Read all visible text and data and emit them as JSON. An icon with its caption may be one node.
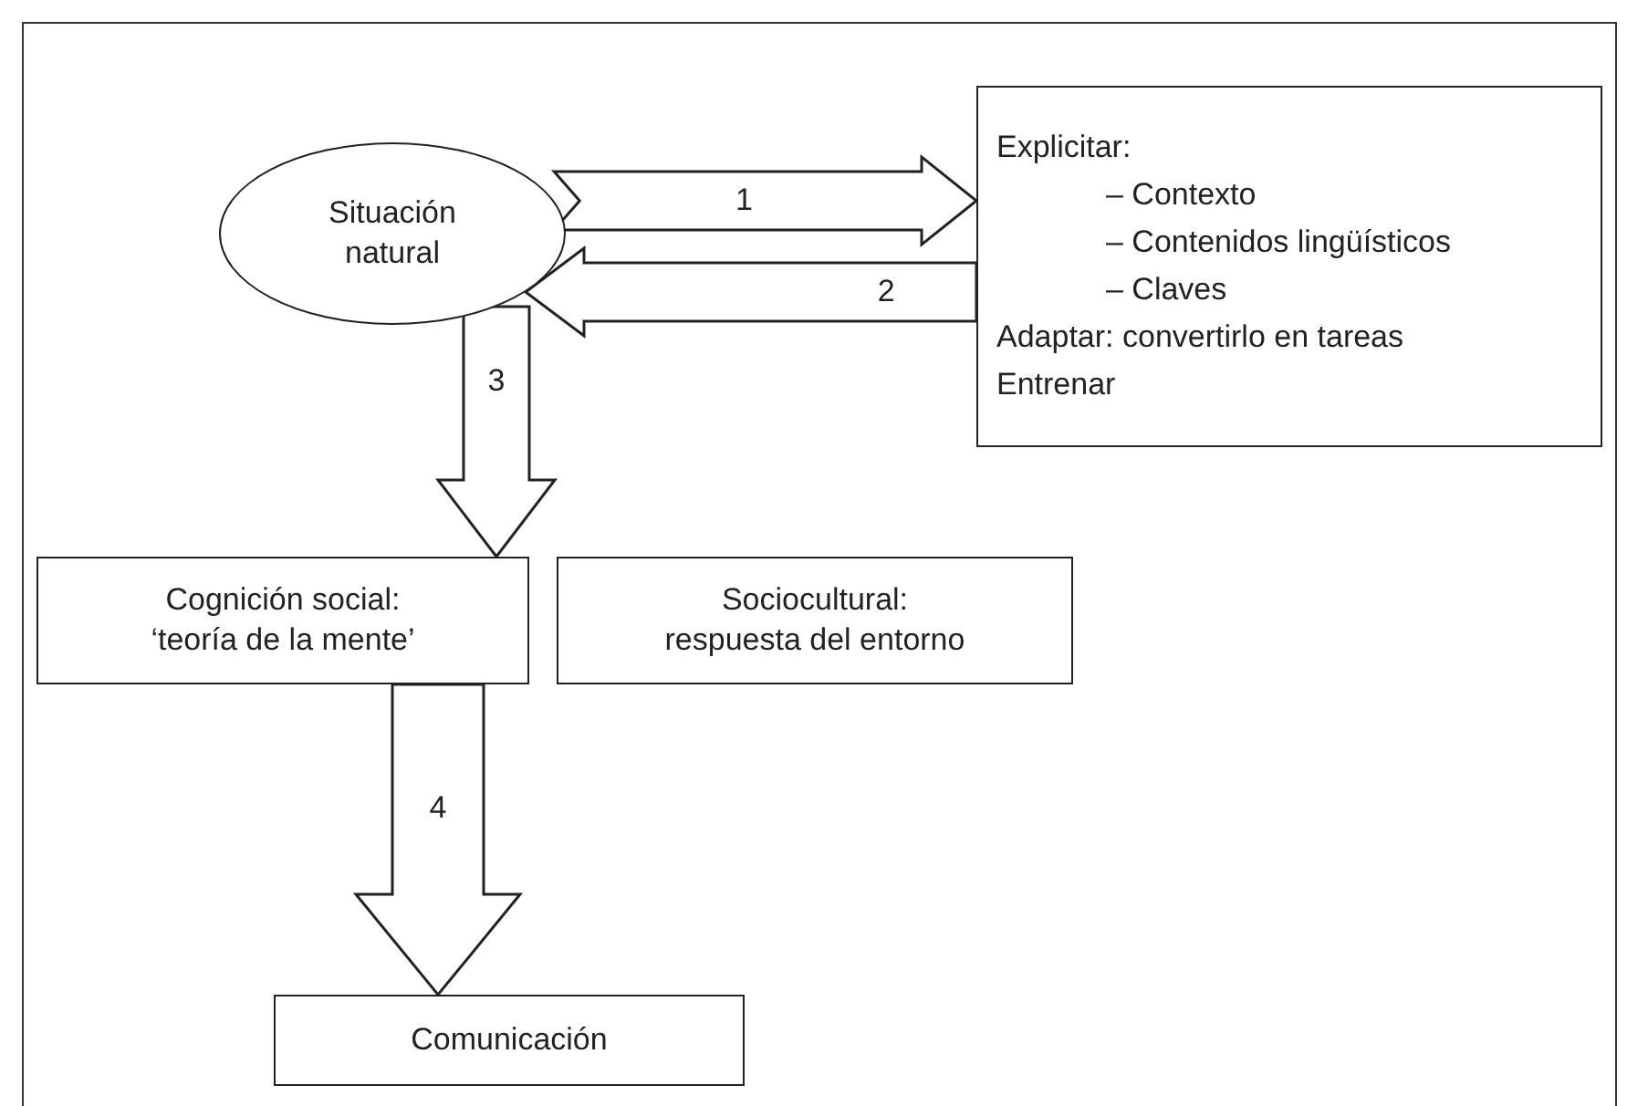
{
  "diagram": {
    "nodes": [
      {
        "text": [
          "Situación natural"
        ]
      },
      {
        "text": [
          "Explicitar:",
          "– Contexto",
          "– Contenidos lingüísticos",
          "– Claves",
          "Adaptar: convertirlo en tareas",
          "Entrenar"
        ]
      },
      {
        "text": [
          "Cognición social: ‘teoría de la mente’"
        ]
      },
      {
        "text": [
          "Sociocultural: respuesta del entorno"
        ]
      },
      {
        "text": [
          "Comunicación"
        ]
      }
    ],
    "edges": [
      {
        "from": 0,
        "to": 1,
        "arrow": "to",
        "label": "1"
      },
      {
        "from": 1,
        "to": 0,
        "arrow": "to",
        "label": "2"
      },
      {
        "from": 0,
        "to": 2,
        "arrow": "to",
        "label": "3"
      },
      {
        "from": 2,
        "to": 4,
        "arrow": "to",
        "label": "4"
      }
    ]
  }
}
